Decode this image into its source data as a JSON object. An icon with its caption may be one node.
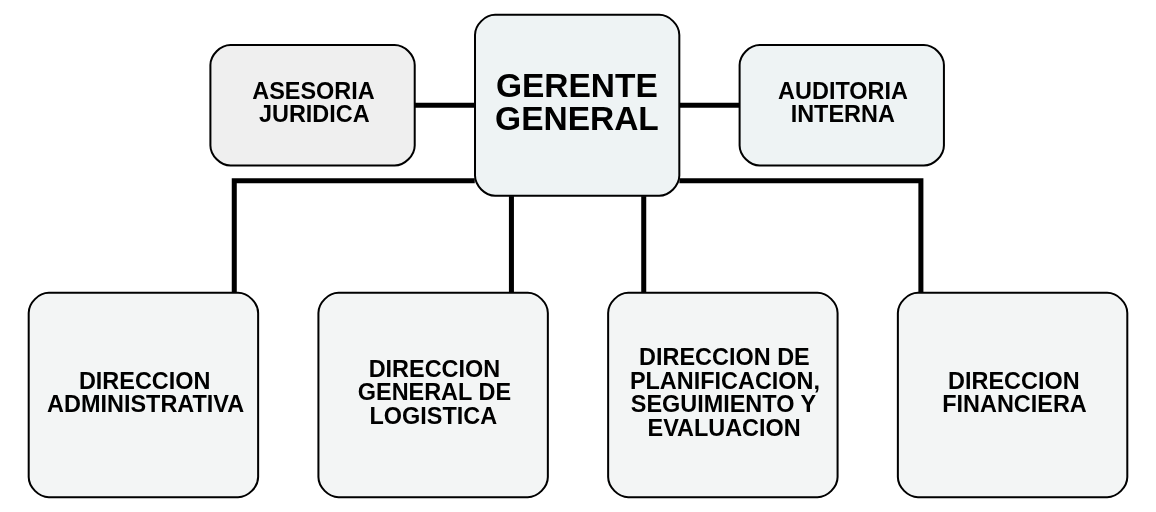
{
  "diagram": {
    "nodes": [
      {
        "text": [
          "ASESORIA JURIDICA"
        ]
      },
      {
        "text": [
          "GERENTE GENERAL"
        ]
      },
      {
        "text": [
          "AUDITORIA INTERNA"
        ]
      },
      {
        "text": [
          "DIRECCION ADMINISTRATIVA"
        ]
      },
      {
        "text": [
          "DIRECCION GENERAL DE LOGISTICA"
        ]
      },
      {
        "text": [
          "DIRECCION DE PLANIFICACION, SEGUIMIENTO Y EVALUACION"
        ]
      },
      {
        "text": [
          "DIRECCION FINANCIERA"
        ]
      }
    ],
    "edges": [
      {
        "from": 1,
        "to": 0,
        "arrow": "none"
      },
      {
        "from": 1,
        "to": 2,
        "arrow": "none"
      },
      {
        "from": 1,
        "to": 3,
        "arrow": "none"
      },
      {
        "from": 1,
        "to": 4,
        "arrow": "none"
      },
      {
        "from": 1,
        "to": 5,
        "arrow": "none"
      },
      {
        "from": 1,
        "to": 6,
        "arrow": "none"
      }
    ]
  }
}
